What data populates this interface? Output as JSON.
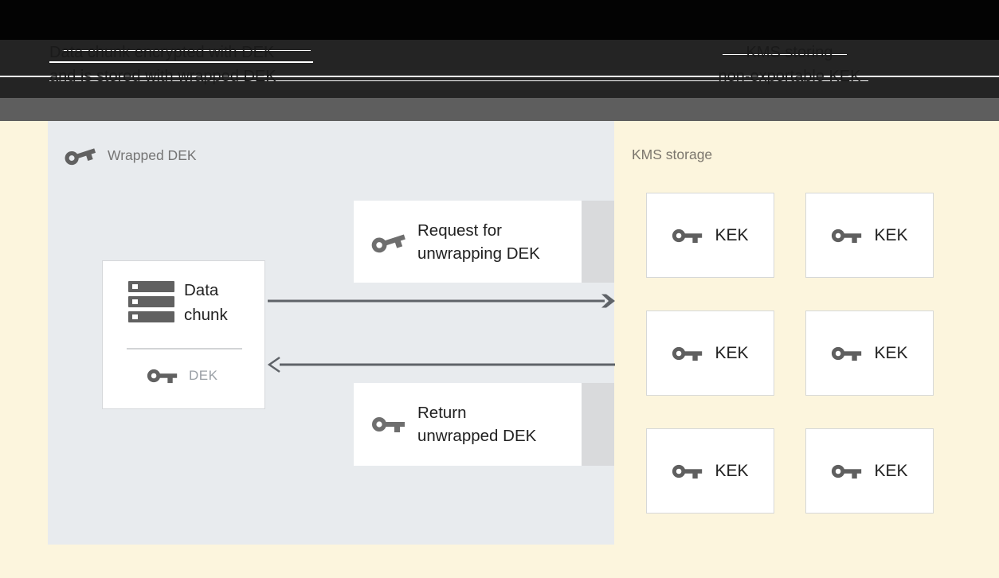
{
  "captions": {
    "left_line1": "Data chunk encrypted with DEK",
    "left_line2": "and is stored with wrapped DEK",
    "right_line1": "KMS storing",
    "right_line2": "non-exportable KEK"
  },
  "diagram": {
    "wrapped_dek_panel": {
      "label": "Wrapped DEK"
    },
    "data_chunk": {
      "line1": "Data",
      "line2": "chunk",
      "dek_label": "DEK"
    },
    "request_box": {
      "line1": "Request for",
      "line2": "unwrapping DEK"
    },
    "return_box": {
      "line1": "Return",
      "line2": "unwrapped DEK"
    },
    "kms": {
      "label": "KMS storage",
      "kek_labels": [
        "KEK",
        "KEK",
        "KEK",
        "KEK",
        "KEK",
        "KEK"
      ]
    }
  },
  "colors": {
    "top_band": "#030303",
    "caption_band": "#242424",
    "caption_text": "#1a1a1a",
    "divider_strip": "#5e5e5e",
    "canvas_yellow": "#fcf5dd",
    "panel_gray": "#e8ebee",
    "box_white": "#ffffff",
    "box_border": "#d5d7da",
    "box_side_strip": "#d9dadc",
    "icon_gray": "#616161",
    "label_gray": "#757575",
    "kms_label_gray": "#7a756c",
    "arrow_gray": "#5f6368",
    "dek_text_gray": "#9aa0a6",
    "text_dark": "#212121",
    "artifact_line_white": "#ffffff"
  }
}
